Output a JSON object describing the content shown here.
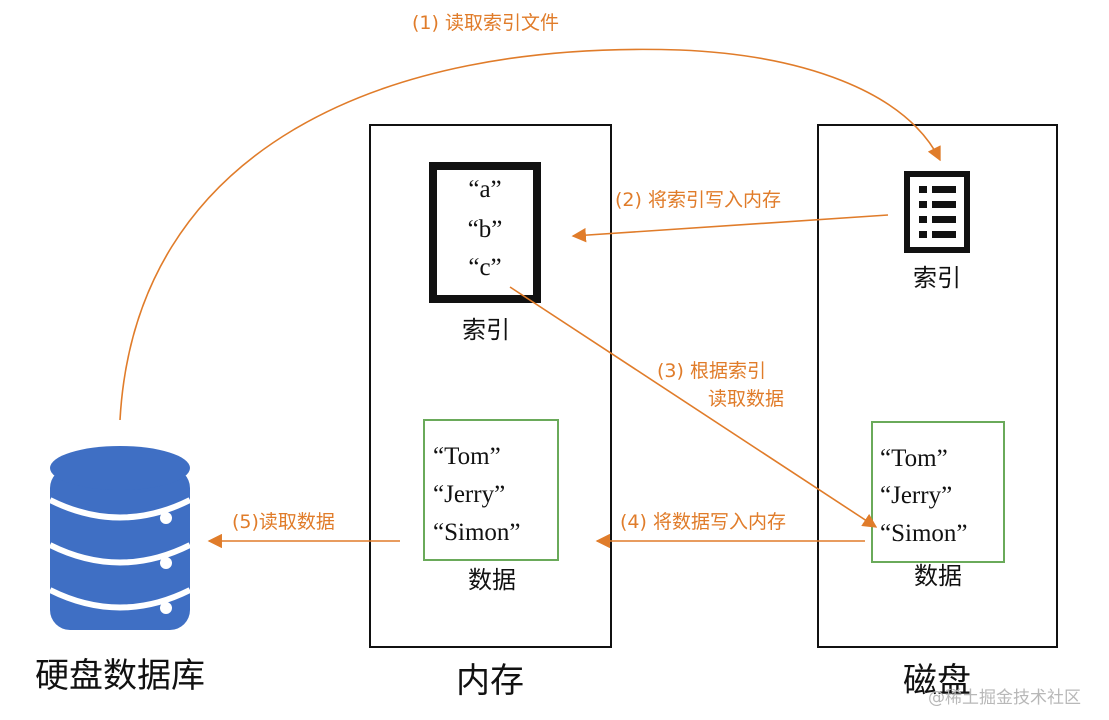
{
  "colors": {
    "arrow": "#e07c2a",
    "database": "#3f6fc4",
    "data_box_border": "#6aaa5a",
    "outline": "#111111"
  },
  "icons": {
    "database": "database-icon",
    "index_file": "list-document-icon"
  },
  "steps": {
    "s1": "(1) 读取索引文件",
    "s2": "(2) 将索引写入内存",
    "s3_line1": "(3) 根据索引",
    "s3_line2": "读取数据",
    "s4": "(4) 将数据写入内存",
    "s5": "(5)读取数据"
  },
  "database": {
    "label": "硬盘数据库"
  },
  "memory": {
    "label": "内存",
    "index_label": "索引",
    "index_items": [
      "“a”",
      "“b”",
      "“c”"
    ],
    "data_label": "数据",
    "data_items": [
      "“Tom”",
      "“Jerry”",
      "“Simon”"
    ]
  },
  "disk": {
    "label": "磁盘",
    "index_label": "索引",
    "data_label": "数据",
    "data_items": [
      "“Tom”",
      "“Jerry”",
      "“Simon”"
    ]
  },
  "watermark": "@稀土掘金技术社区"
}
